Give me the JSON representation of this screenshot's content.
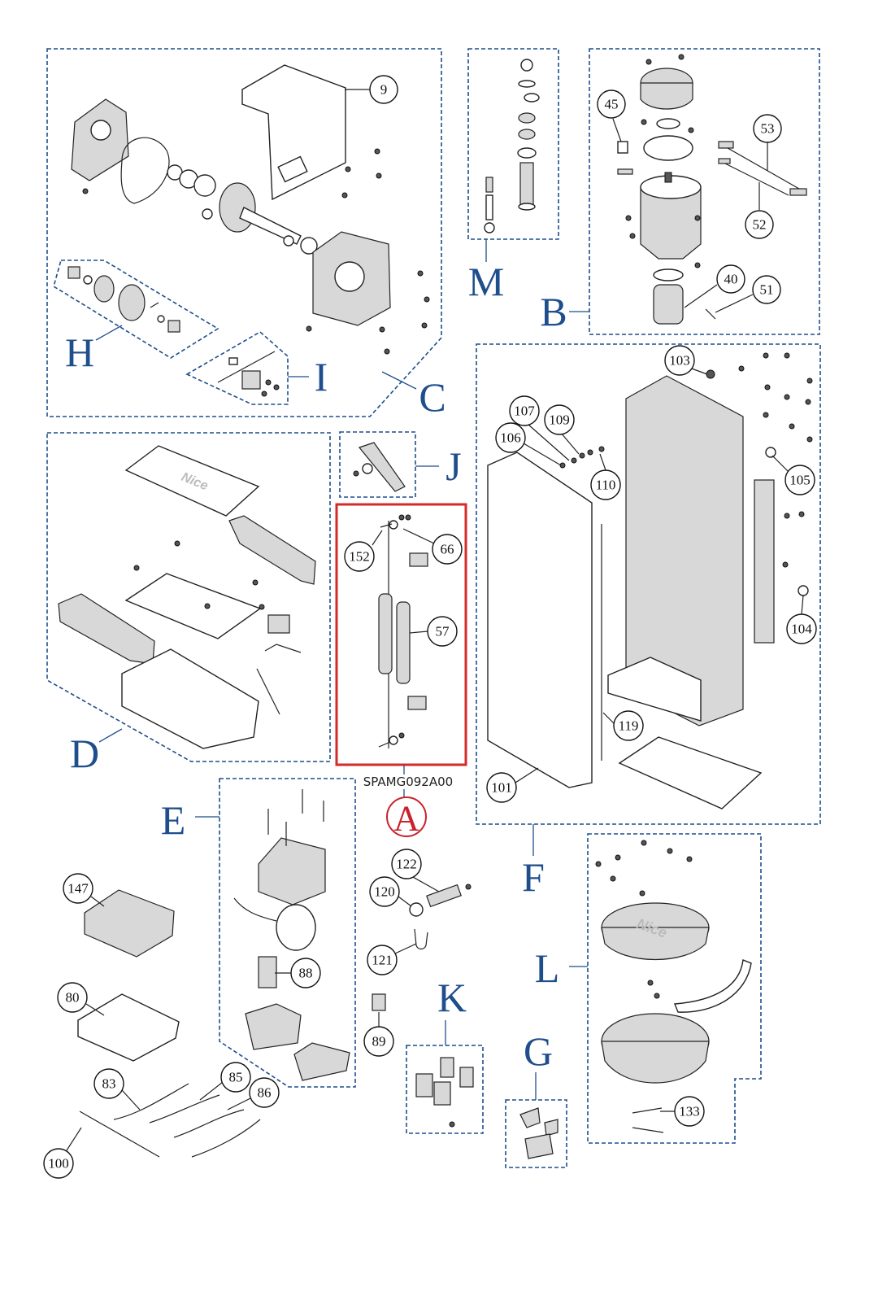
{
  "diagram": {
    "group_labels": {
      "A": "A",
      "B": "B",
      "C": "C",
      "D": "D",
      "E": "E",
      "F": "F",
      "G": "G",
      "H": "H",
      "I": "I",
      "J": "J",
      "K": "K",
      "L": "L",
      "M": "M"
    },
    "kit_code": "SPAMG092A00",
    "brand_marks": [
      "Nice",
      "Nice"
    ],
    "callouts": {
      "c9": "9",
      "c45": "45",
      "c53": "53",
      "c52": "52",
      "c40": "40",
      "c51": "51",
      "c103": "103",
      "c107": "107",
      "c109": "109",
      "c106": "106",
      "c110": "110",
      "c105": "105",
      "c104": "104",
      "c119": "119",
      "c101": "101",
      "c152": "152",
      "c66": "66",
      "c57": "57",
      "c122": "122",
      "c120": "120",
      "c121": "121",
      "c89": "89",
      "c147": "147",
      "c88": "88",
      "c80": "80",
      "c83": "83",
      "c85": "85",
      "c86": "86",
      "c100": "100",
      "c133": "133"
    },
    "colors": {
      "group_outline": "#1f4e8c",
      "highlight": "#d42a2a",
      "label_a": "#c8232c"
    }
  }
}
